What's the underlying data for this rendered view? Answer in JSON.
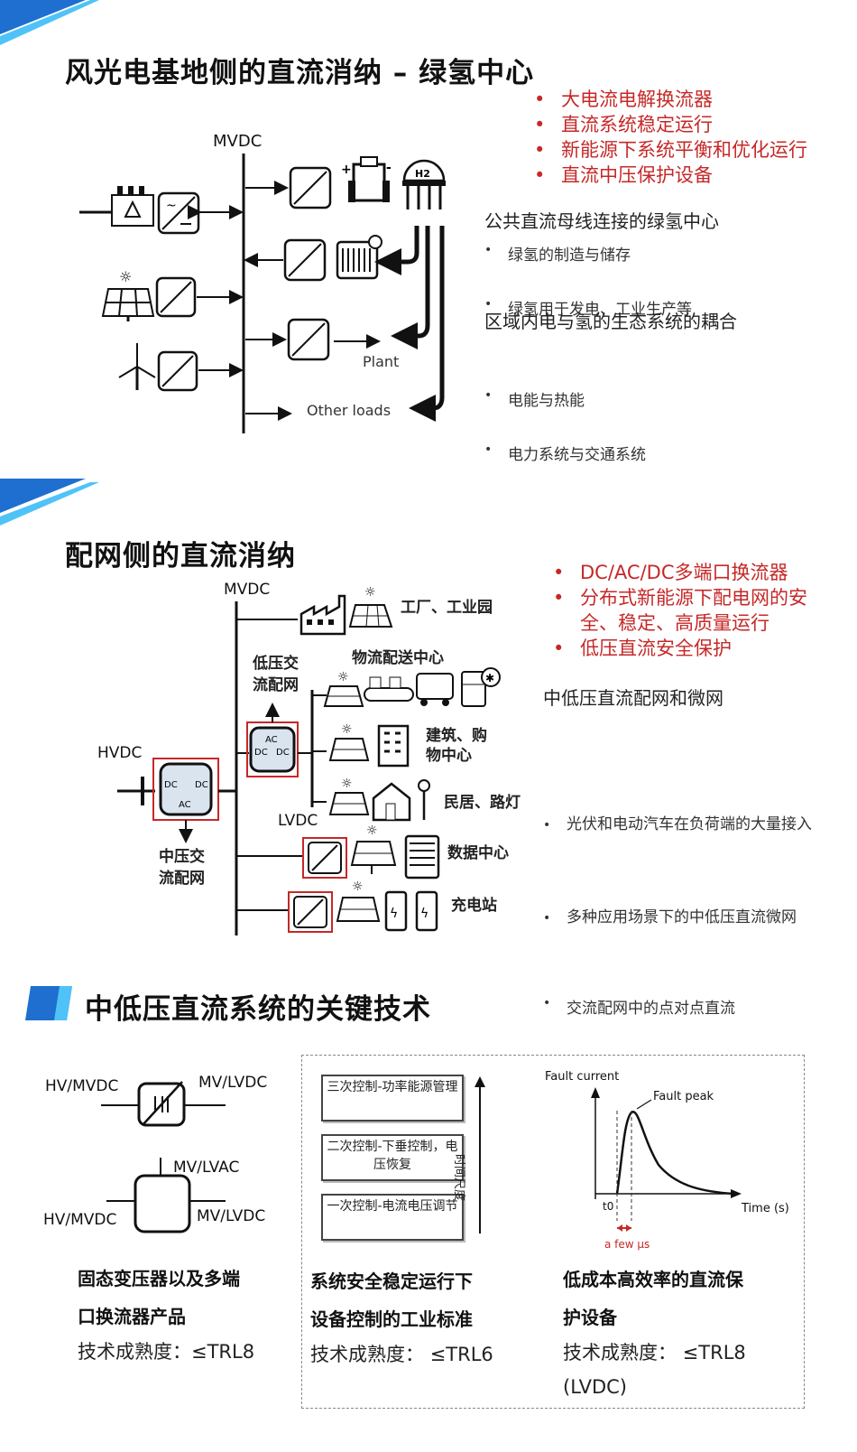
{
  "section1": {
    "title": "风光电基地侧的直流消纳 – 绿氢中心",
    "red_items": [
      "大电流电解换流器",
      "直流系统稳定运行",
      "新能源下系统平衡和优化运行",
      "直流中压保护设备"
    ],
    "heading1": "公共直流母线连接的绿氢中心",
    "sub1": [
      "绿氢的制造与储存",
      "绿氢用于发电、工业生产等"
    ],
    "heading2": "区域内电与氢的生态系统的耦合",
    "sub2": [
      "电能与热能",
      "电力系统与交通系统"
    ],
    "diagram": {
      "bus_label": "MVDC",
      "plant_label": "Plant",
      "other_label": "Other loads",
      "h2_label": "H2"
    }
  },
  "section2": {
    "title": "配网侧的直流消纳",
    "red_items": [
      "DC/AC/DC多端口换流器",
      "分布式新能源下配电网的安全、稳定、高质量运行",
      "低压直流安全保护"
    ],
    "heading": "中低压直流配网和微网",
    "sub": [
      "光伏和电动汽车在负荷端的大量接入",
      "多种应用场景下的中低压直流微网",
      "交流配网中的点对点直流"
    ],
    "diagram": {
      "mvdc": "MVDC",
      "hvdc": "HVDC",
      "lvdc": "LVDC",
      "lv_ac_net": "低压交流配网",
      "mv_ac_net": "中压交流配网",
      "factory": "工厂、工业园",
      "logistics": "物流配送中心",
      "building": "建筑、购物中心",
      "residence": "民居、路灯",
      "datacenter": "数据中心",
      "charging": "充电站",
      "conv_main": [
        "DC",
        "DC",
        "AC"
      ],
      "conv_lv": [
        "AC",
        "DC",
        "DC"
      ]
    }
  },
  "section3": {
    "title": "中低压直流系统的关键技术",
    "card1": {
      "labels": [
        "HV/MVDC",
        "MV/LVDC",
        "MV/LVAC",
        "HV/MVDC",
        "MV/LVDC"
      ],
      "title_lines": [
        "固态变压器以及多端",
        "口换流器产品"
      ],
      "maturity": "技术成熟度：≤TRL8"
    },
    "card2": {
      "boxes": [
        "三次控制-功率能源管理",
        "二次控制-下垂控制，电压恢复",
        "一次控制-电流电压调节"
      ],
      "axis_label": "时间尺度",
      "title_lines": [
        "系统安全稳定运行下",
        "设备控制的工业标准"
      ],
      "maturity": "技术成熟度：  ≤TRL6"
    },
    "card3": {
      "y_label": "Fault current",
      "peak_label": "Fault peak",
      "x_label": "Time (s)",
      "t0": "t0",
      "few": "a few μs",
      "title_lines": [
        "低成本高效率的直流保",
        "护设备"
      ],
      "maturity": "技术成熟度：  ≤TRL8",
      "maturity2": "(LVDC)"
    }
  },
  "colors": {
    "accent_blue": "#1565c0",
    "light_blue": "#4fc3f7",
    "red": "#c62828"
  }
}
